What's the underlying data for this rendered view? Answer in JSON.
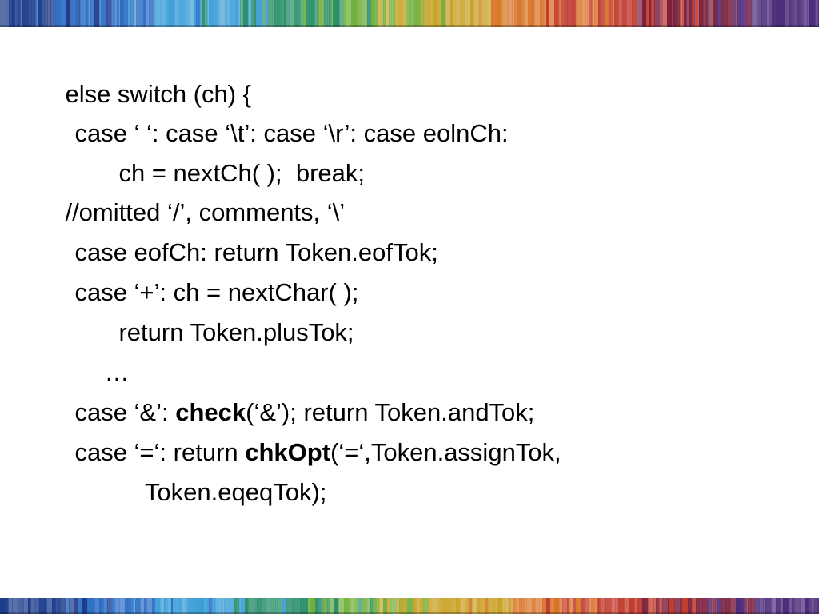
{
  "slide": {
    "lines": [
      {
        "segments": [
          {
            "text": "else switch (ch) {",
            "bold": false
          }
        ]
      },
      {
        "segments": [
          {
            "text": "case ‘ ‘: case ‘\\t’: case ‘\\r’: case eolnCh:",
            "bold": false
          }
        ]
      },
      {
        "segments": [
          {
            "text": "ch = nextCh( );  break;",
            "bold": false
          }
        ]
      },
      {
        "segments": [
          {
            "text": "//omitted ‘/’, comments, ‘\\’",
            "bold": false
          }
        ]
      },
      {
        "segments": [
          {
            "text": "case eofCh: return Token.eofTok;",
            "bold": false
          }
        ]
      },
      {
        "segments": [
          {
            "text": "case ‘+’: ch = nextChar( );",
            "bold": false
          }
        ]
      },
      {
        "segments": [
          {
            "text": "return Token.plusTok;",
            "bold": false
          }
        ]
      },
      {
        "segments": [
          {
            "text": "…",
            "bold": false
          }
        ]
      },
      {
        "segments": [
          {
            "text": "case ‘&’: ",
            "bold": false
          },
          {
            "text": "check",
            "bold": true
          },
          {
            "text": "(‘&’); return Token.andTok;",
            "bold": false
          }
        ]
      },
      {
        "segments": [
          {
            "text": "case ‘=‘: return ",
            "bold": false
          },
          {
            "text": "chkOpt",
            "bold": true
          },
          {
            "text": "(‘=‘,Token.assignTok,",
            "bold": false
          }
        ]
      },
      {
        "segments": [
          {
            "text": "Token.eqeqTok);",
            "bold": false
          }
        ]
      }
    ]
  },
  "theme": {
    "background": "#ffffff",
    "text_color": "#000000",
    "band_colors": [
      "#1a3a8a",
      "#2b6cc4",
      "#3f9fd8",
      "#2a8f6a",
      "#6fae3a",
      "#c9a227",
      "#d9752a",
      "#c0392b",
      "#7a1f3d",
      "#4b2a7a"
    ]
  }
}
